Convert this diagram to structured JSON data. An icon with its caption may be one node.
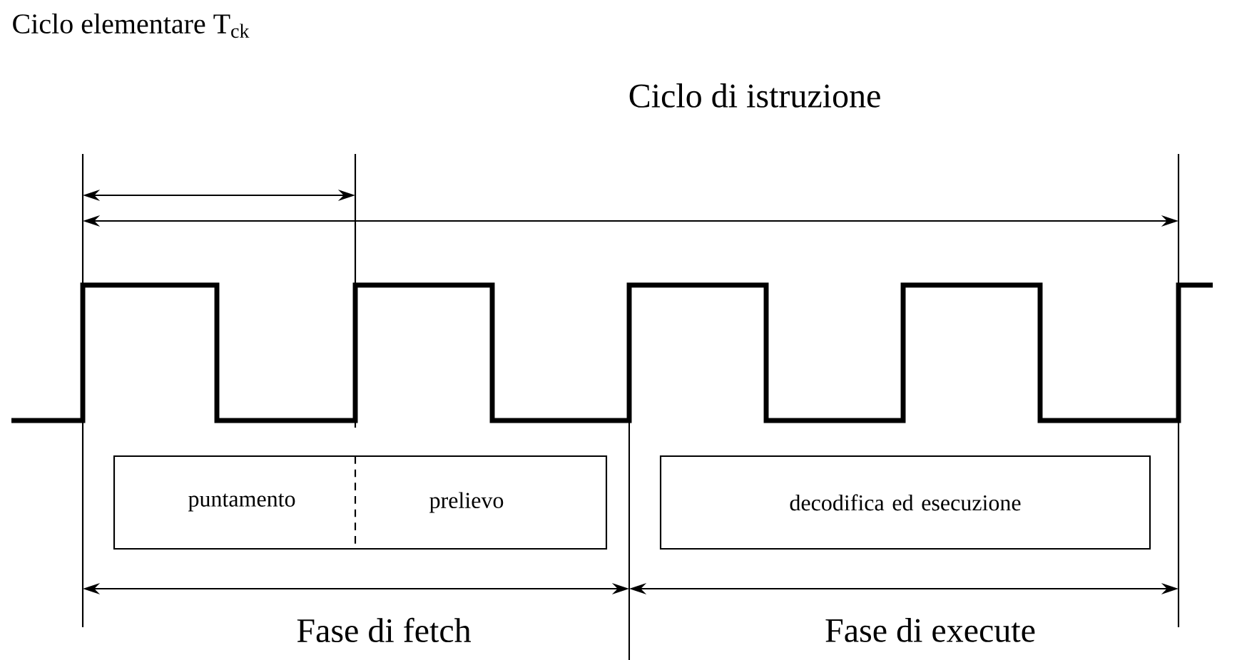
{
  "diagram": {
    "nodes": [
      {
        "text": [
          "puntamento",
          "prelievo"
        ]
      },
      {
        "text": [
          "decodifica ed esecuzione"
        ]
      }
    ],
    "labels": [
      "Ciclo elementare T$_{ck}$",
      "Ciclo di istruzione",
      "Fase di fetch",
      "Fase di execute"
    ]
  }
}
